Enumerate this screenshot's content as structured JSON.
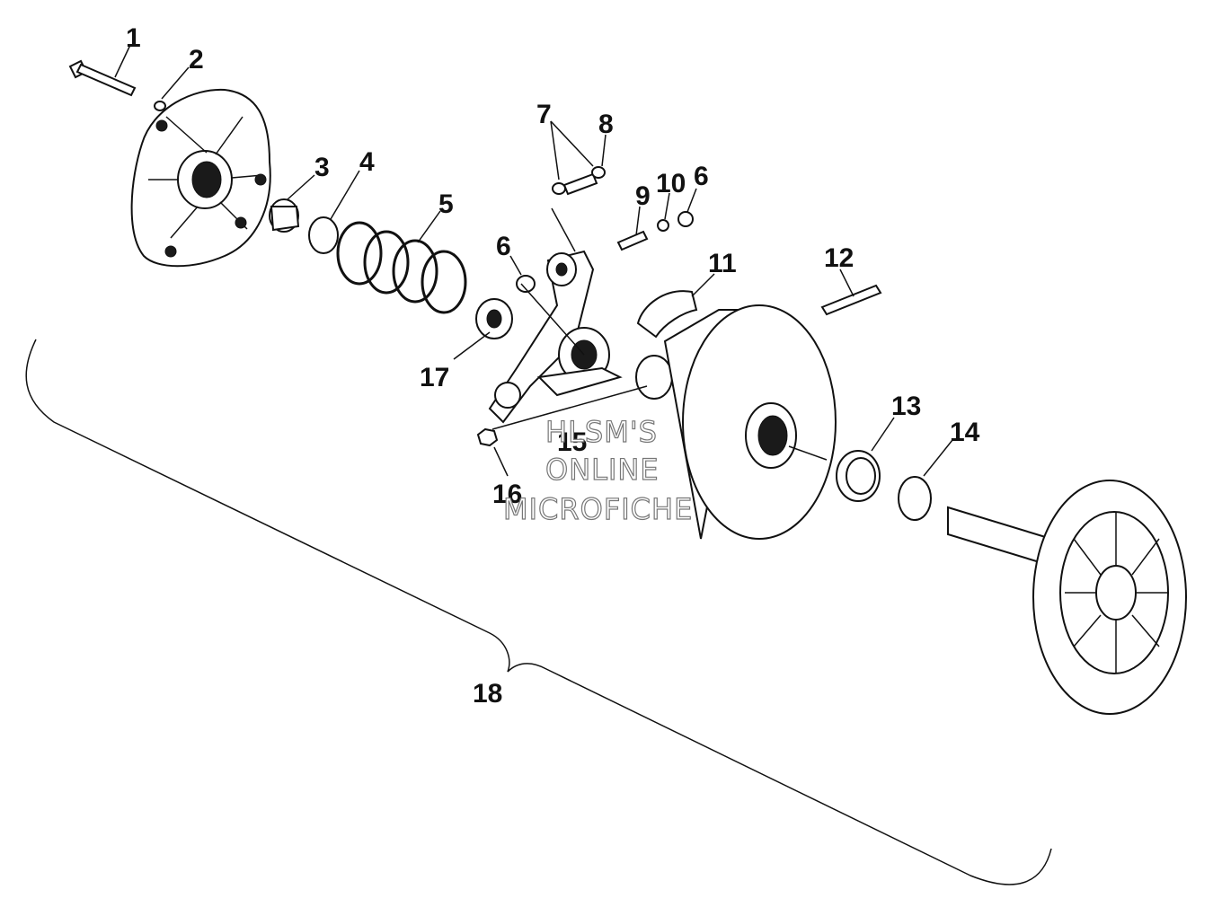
{
  "diagram": {
    "callouts": {
      "c1": "1",
      "c2": "2",
      "c3": "3",
      "c4": "4",
      "c5": "5",
      "c6a": "6",
      "c6b": "6",
      "c7": "7",
      "c8": "8",
      "c9": "9",
      "c10": "10",
      "c11": "11",
      "c12": "12",
      "c13": "13",
      "c14": "14",
      "c15": "15",
      "c16": "16",
      "c17": "17",
      "c18": "18"
    },
    "watermark": {
      "line1": "HLSM'S",
      "line2": "ONLINE",
      "line3": "MICROFICHE"
    }
  }
}
